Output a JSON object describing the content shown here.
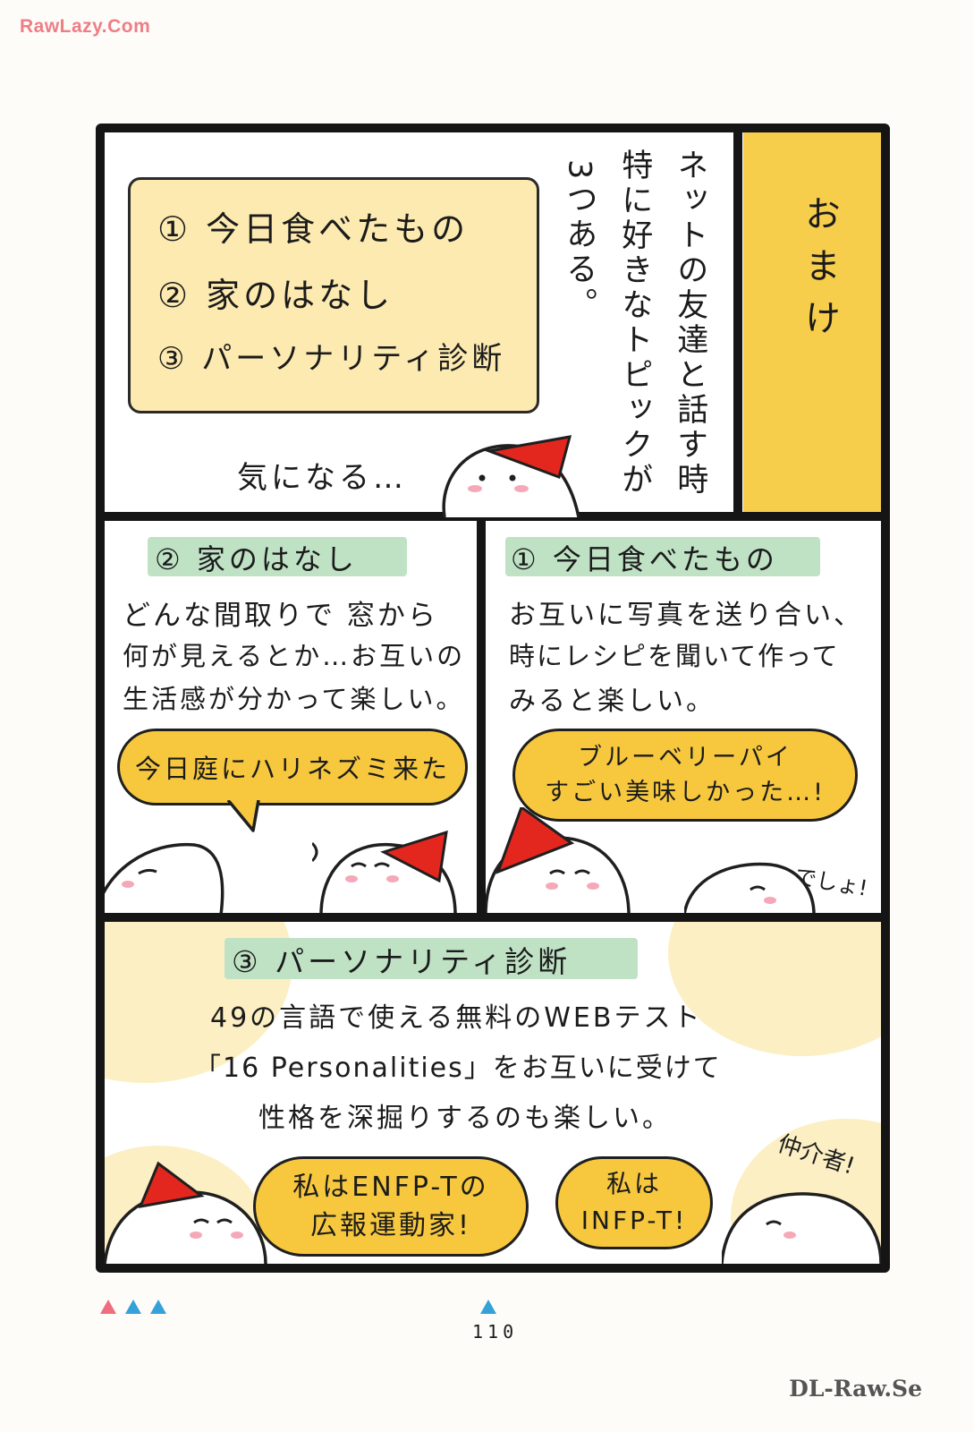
{
  "watermark_top": "RawLazy.Com",
  "watermark_bottom": "DL-Raw.Se",
  "page_number": "110",
  "panel1": {
    "omake": "おまけ",
    "narration": [
      "ネットの友達と話す時",
      "特に好きなトピックが",
      "3つある。"
    ],
    "topics": [
      "① 今日食べたもの",
      "② 家のはなし",
      "③ パーソナリティ診断"
    ],
    "murmur": "気になる…"
  },
  "panel_home": {
    "heading": "② 家のはなし",
    "lines": [
      "どんな間取りで 窓から",
      "何が見えるとか…お互いの",
      "生活感が分かって楽しい。"
    ],
    "bubble": "今日庭にハリネズミ来た"
  },
  "panel_food": {
    "heading": "① 今日食べたもの",
    "lines": [
      "お互いに写真を送り合い、",
      "時にレシピを聞いて作って",
      "みると楽しい。"
    ],
    "bubble": "ブルーベリーパイ\nすごい美味しかった…!",
    "aside": "でしょ!"
  },
  "panel_personality": {
    "heading": "③ パーソナリティ診断",
    "lines": [
      "49の言語で使える無料のWEBテスト",
      "「16 Personalities」をお互いに受けて",
      "性格を深掘りするのも楽しい。"
    ],
    "bubble_left": "私はENFP-Tの\n広報運動家!",
    "bubble_right": "私は\nINFP-T!",
    "aside": "仲介者!"
  }
}
